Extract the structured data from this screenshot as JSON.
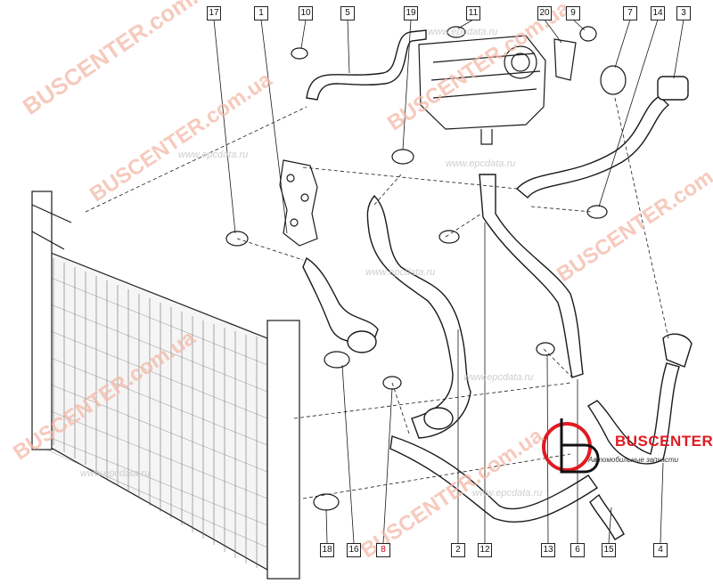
{
  "watermarks": {
    "brand": "BUSCENTER",
    "domain": "BUSCENTER.com.ua",
    "site": "www.epcdata.ru",
    "site_short": "epcdata.ru",
    "brand_color": "#e01b22"
  },
  "logo": {
    "name": "BUSCENTER",
    "tagline": "Автомобильные запчасти"
  },
  "callouts": [
    {
      "id": "c17",
      "label": "17"
    },
    {
      "id": "c1",
      "label": "1"
    },
    {
      "id": "c10",
      "label": "10"
    },
    {
      "id": "c5",
      "label": "5"
    },
    {
      "id": "c19",
      "label": "19"
    },
    {
      "id": "c11",
      "label": "11"
    },
    {
      "id": "c20",
      "label": "20"
    },
    {
      "id": "c9",
      "label": "9"
    },
    {
      "id": "c7",
      "label": "7"
    },
    {
      "id": "c14",
      "label": "14"
    },
    {
      "id": "c3",
      "label": "3"
    },
    {
      "id": "c18",
      "label": "18"
    },
    {
      "id": "c16",
      "label": "16"
    },
    {
      "id": "c8",
      "label": "8"
    },
    {
      "id": "c2",
      "label": "2"
    },
    {
      "id": "c12",
      "label": "12"
    },
    {
      "id": "c13",
      "label": "13"
    },
    {
      "id": "c6",
      "label": "6"
    },
    {
      "id": "c15",
      "label": "15"
    },
    {
      "id": "c4",
      "label": "4"
    }
  ],
  "colors": {
    "line": "#1a1a1a",
    "callout_highlight": "#d0021b"
  }
}
